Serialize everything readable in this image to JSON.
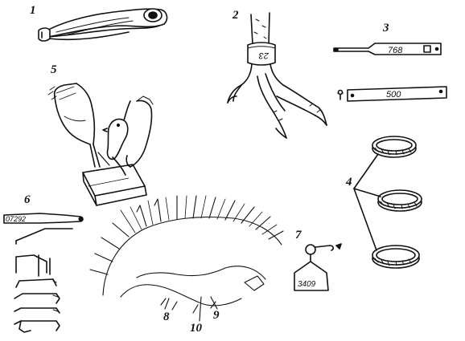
{
  "figure_numbers": [
    "1",
    "2",
    "3",
    "4",
    "5",
    "6",
    "7",
    "8",
    "9",
    "10"
  ],
  "tags": {
    "leg_band": "23",
    "tag_a": "768",
    "tag_b": "500",
    "wing_tag": "07292",
    "hang_tag": "3409"
  },
  "colors": {
    "ink": "#111111",
    "paper": "#ffffff"
  }
}
